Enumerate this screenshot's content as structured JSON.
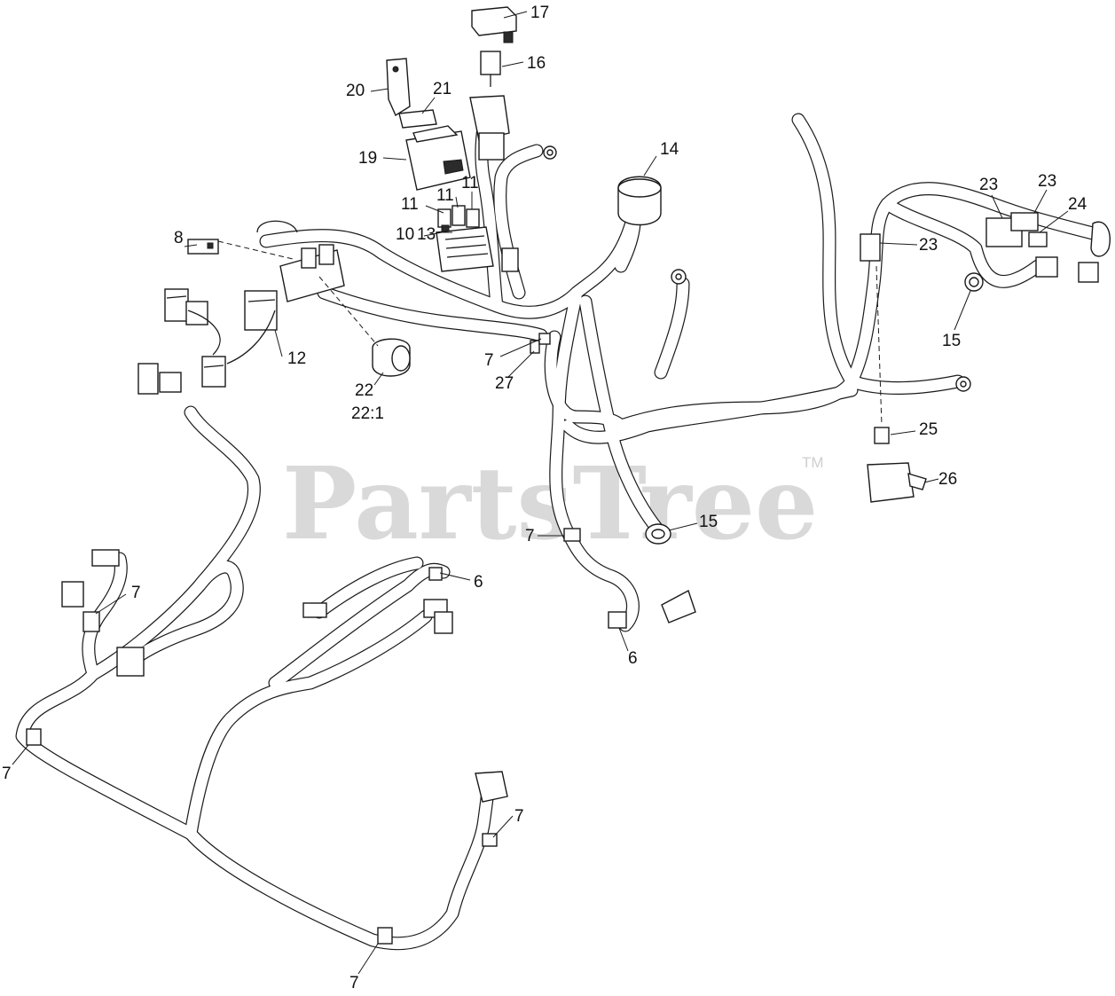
{
  "watermark": {
    "brand": "PartsTree",
    "trademark": "TM"
  },
  "callouts": [
    {
      "id": "c17",
      "label": "17"
    },
    {
      "id": "c16",
      "label": "16"
    },
    {
      "id": "c20",
      "label": "20"
    },
    {
      "id": "c21",
      "label": "21"
    },
    {
      "id": "c19",
      "label": "19"
    },
    {
      "id": "c11a",
      "label": "11"
    },
    {
      "id": "c11b",
      "label": "11"
    },
    {
      "id": "c11c",
      "label": "11"
    },
    {
      "id": "c10",
      "label": "10"
    },
    {
      "id": "c13",
      "label": "13"
    },
    {
      "id": "c14",
      "label": "14"
    },
    {
      "id": "c8",
      "label": "8"
    },
    {
      "id": "c12",
      "label": "12"
    },
    {
      "id": "c22",
      "label": "22"
    },
    {
      "id": "c22_1",
      "label": "22:1"
    },
    {
      "id": "c7a",
      "label": "7"
    },
    {
      "id": "c27",
      "label": "27"
    },
    {
      "id": "c23a",
      "label": "23"
    },
    {
      "id": "c23b",
      "label": "23"
    },
    {
      "id": "c24",
      "label": "24"
    },
    {
      "id": "c23c",
      "label": "23"
    },
    {
      "id": "c15a",
      "label": "15"
    },
    {
      "id": "c25",
      "label": "25"
    },
    {
      "id": "c26",
      "label": "26"
    },
    {
      "id": "c7b",
      "label": "7"
    },
    {
      "id": "c15b",
      "label": "15"
    },
    {
      "id": "c6a",
      "label": "6"
    },
    {
      "id": "c7c",
      "label": "7"
    },
    {
      "id": "c6b",
      "label": "6"
    },
    {
      "id": "c7d",
      "label": "7"
    },
    {
      "id": "c7e",
      "label": "7"
    },
    {
      "id": "c7f",
      "label": "7"
    }
  ]
}
